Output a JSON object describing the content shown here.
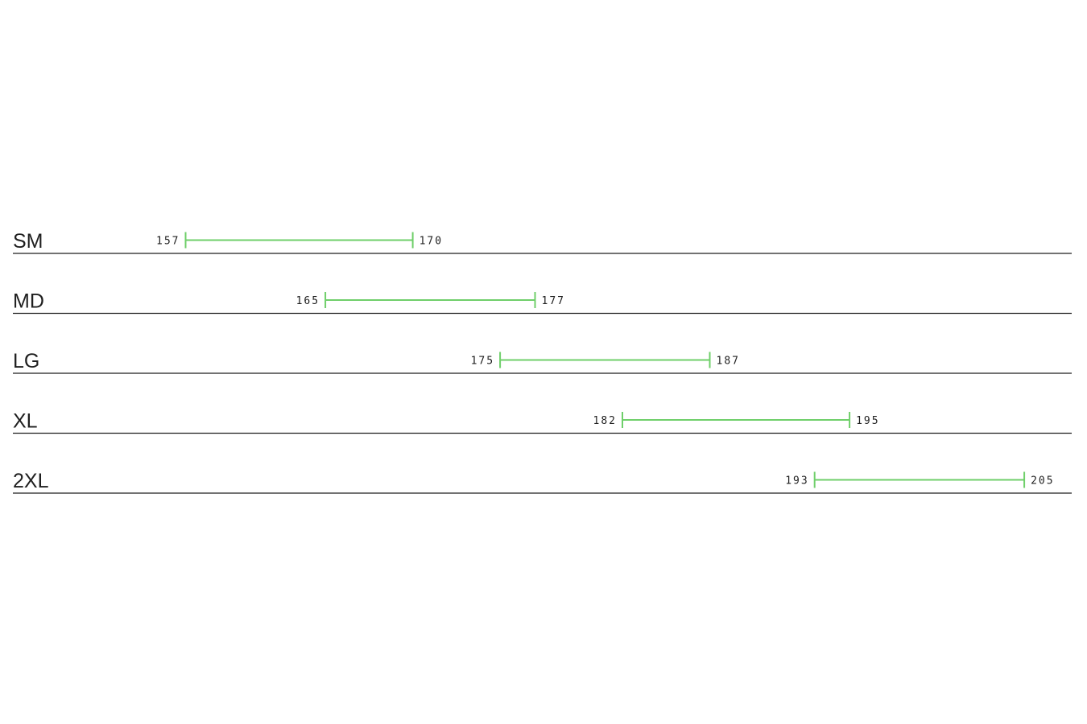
{
  "chart_data": {
    "type": "range",
    "accent_color": "#6fcf6a",
    "rows": [
      {
        "label": "SM",
        "min": 157,
        "max": 170
      },
      {
        "label": "MD",
        "min": 165,
        "max": 177
      },
      {
        "label": "LG",
        "min": 175,
        "max": 187
      },
      {
        "label": "XL",
        "min": 182,
        "max": 195
      },
      {
        "label": "2XL",
        "min": 193,
        "max": 205
      }
    ],
    "xlim": [
      152,
      207
    ]
  }
}
